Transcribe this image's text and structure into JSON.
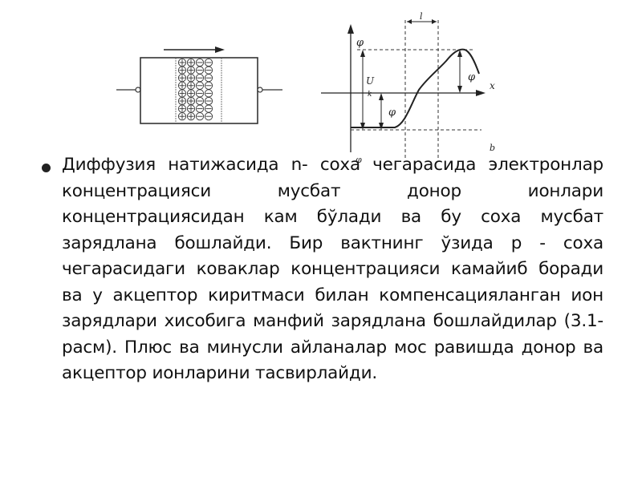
{
  "diagram": {
    "label_phi_top": "φ",
    "label_U": "U",
    "label_k": "k",
    "label_phi_mid": "φ",
    "label_phi_right": "φ",
    "label_x": "x",
    "label_l": "l",
    "label_b": "b",
    "label_phi_bottom": "φ",
    "junction_rows": 8,
    "plus_per_row": 2,
    "minus_per_row": 2
  },
  "bullet": {
    "text": "Диффузия натижасида n- соха чегарасида электронлар концентрацияси мусбат донор ионлари концентрациясидан кам бўлади ва бу соха мусбат зарядлана бошлайди. Бир вактнинг ўзида p - соха чегарасидаги коваклар концентрацияси камайиб боради ва у акцептор киритмаси билан компенсацияланган ион зарядлари хисобига манфий зарядлана бошлайдилар (3.1-расм). Плюс ва минусли айланалар мос равишда донор ва акцептор ионларини тасвирлайди."
  }
}
